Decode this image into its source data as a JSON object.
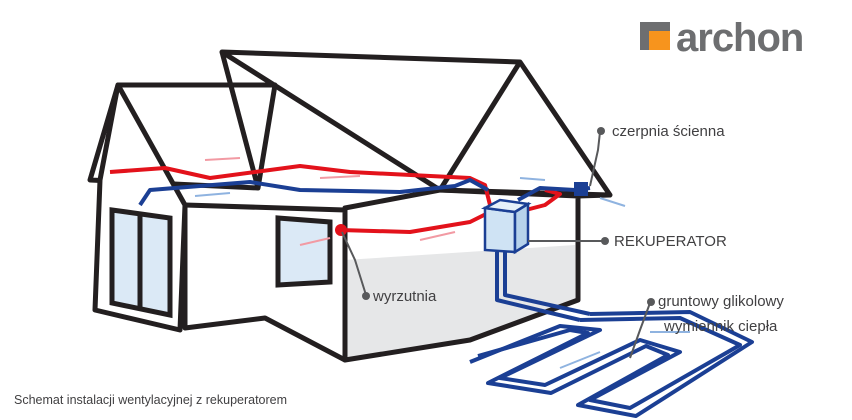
{
  "brand": {
    "name": "archon",
    "colors": {
      "square_dark": "#6d6e70",
      "square_orange": "#f7941d",
      "text": "#6d6e70"
    }
  },
  "labels": {
    "intake": "czerpnia ścienna",
    "recuperator": "REKUPERATOR",
    "exhaust": "wyrzutnia",
    "ground_exchanger_line1": "gruntowy glikolowy",
    "ground_exchanger_line2": "wymiennik ciepła"
  },
  "caption": "Schemat instalacji wentylacyjnej z rekuperatorem",
  "colors": {
    "outline": "#231f20",
    "wall": "#ffffff",
    "roof_dark": "#c7c8ca",
    "floor": "#e6e7e8",
    "warm_duct": "#e3121b",
    "cold_duct": "#1b3f94",
    "arrow_warm": "#f29aa3",
    "arrow_cold": "#8fb3e0",
    "window_glass": "#dbe9f6",
    "device": "#cfe3f4",
    "callout": "#58595b"
  }
}
